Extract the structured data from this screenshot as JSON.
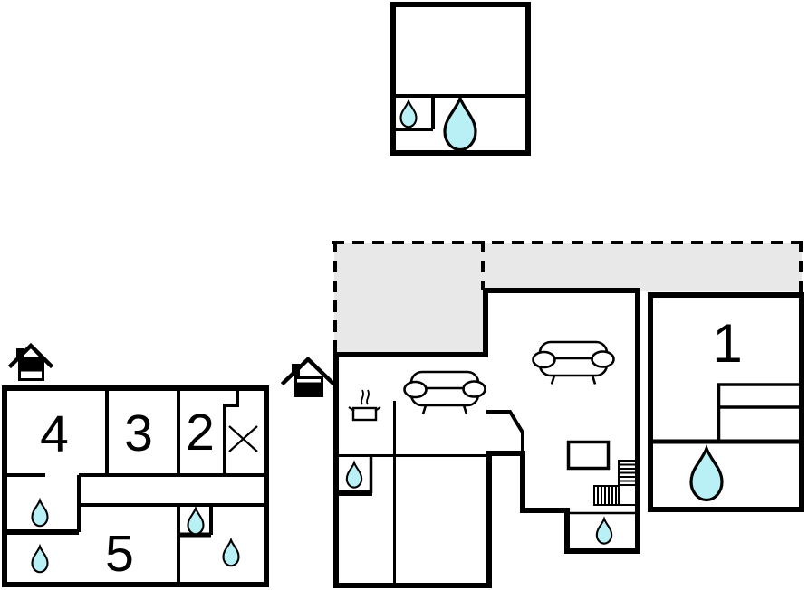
{
  "title": "Holiday home floor plan",
  "colors": {
    "wall": "#000000",
    "water_drop": "#b8f0f6",
    "annex_fill": "#e8e8e8",
    "background": "#ffffff"
  },
  "rooms": {
    "r1": "1",
    "r2": "2",
    "r3": "3",
    "r4": "4",
    "r5": "5"
  },
  "plans": {
    "outbuilding": {
      "position": "top",
      "water_drops": {
        "large": 1,
        "small": 1
      }
    },
    "ground_floor": {
      "position": "middle-right",
      "floor_indicator": "house-icon-bottom-half-filled",
      "rooms": [
        "1"
      ],
      "furniture": [
        "sofa",
        "sofa",
        "stove-pot",
        "table",
        "l-shaped-stairs",
        "closet"
      ],
      "terrace": "dashed gray area along top",
      "water_drops": {
        "large": 1,
        "small": 2
      }
    },
    "upper_floor": {
      "position": "bottom-left",
      "floor_indicator": "house-icon-top-half-filled",
      "rooms": [
        "2",
        "3",
        "4",
        "5"
      ],
      "void_marker": "X",
      "water_drops": {
        "large": 0,
        "small": 4
      }
    }
  }
}
